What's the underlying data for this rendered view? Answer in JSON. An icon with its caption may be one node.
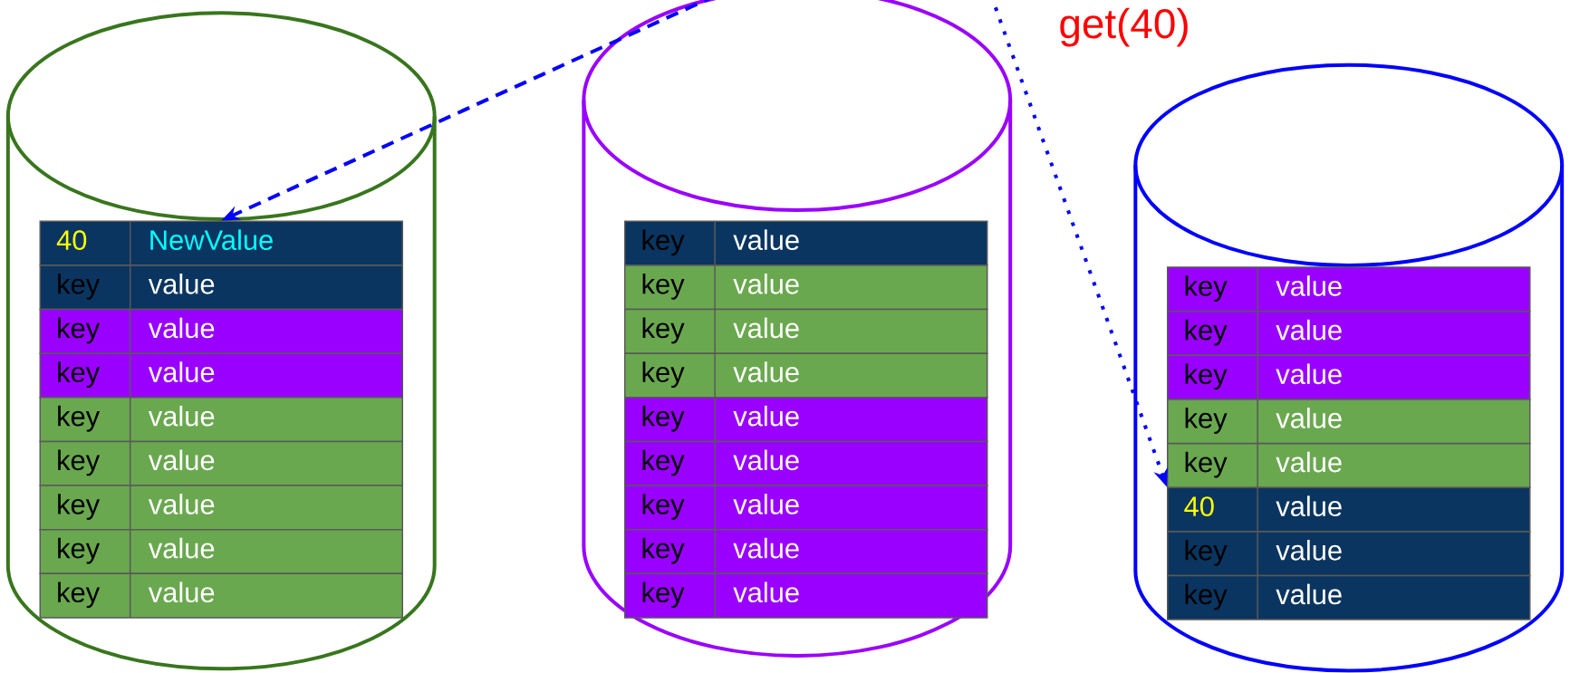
{
  "diagram": {
    "nodes": [
      {
        "text": [],
        "shape": "cylinder"
      },
      {
        "text": [
          "40",
          "NewValue"
        ],
        "in": 0
      },
      {
        "text": [
          "key",
          "value"
        ],
        "in": 0
      },
      {
        "text": [
          "key",
          "value"
        ],
        "in": 0
      },
      {
        "text": [
          "key",
          "value"
        ],
        "in": 0
      },
      {
        "text": [
          "key",
          "value"
        ],
        "in": 0
      },
      {
        "text": [
          "key",
          "value"
        ],
        "in": 0
      },
      {
        "text": [
          "key",
          "value"
        ],
        "in": 0
      },
      {
        "text": [
          "key",
          "value"
        ],
        "in": 0
      },
      {
        "text": [
          "key",
          "value"
        ],
        "in": 0
      },
      {
        "text": [],
        "shape": "cylinder"
      },
      {
        "text": [
          "key",
          "value"
        ],
        "in": 10
      },
      {
        "text": [
          "key",
          "value"
        ],
        "in": 10
      },
      {
        "text": [
          "key",
          "value"
        ],
        "in": 10
      },
      {
        "text": [
          "key",
          "value"
        ],
        "in": 10
      },
      {
        "text": [
          "key",
          "value"
        ],
        "in": 10
      },
      {
        "text": [
          "key",
          "value"
        ],
        "in": 10
      },
      {
        "text": [
          "key",
          "value"
        ],
        "in": 10
      },
      {
        "text": [
          "key",
          "value"
        ],
        "in": 10
      },
      {
        "text": [
          "key",
          "value"
        ],
        "in": 10
      },
      {
        "text": [],
        "shape": "cylinder"
      },
      {
        "text": [
          "key",
          "value"
        ],
        "in": 20
      },
      {
        "text": [
          "key",
          "value"
        ],
        "in": 20
      },
      {
        "text": [
          "key",
          "value"
        ],
        "in": 20
      },
      {
        "text": [
          "key",
          "value"
        ],
        "in": 20
      },
      {
        "text": [
          "key",
          "value"
        ],
        "in": 20
      },
      {
        "text": [
          "40",
          "value"
        ],
        "in": 20
      },
      {
        "text": [
          "key",
          "value"
        ],
        "in": 20
      },
      {
        "text": [
          "key",
          "value"
        ],
        "in": 20
      }
    ],
    "edges": [
      {
        "from": 10,
        "to": 1,
        "arrow": "to",
        "style": "dashed",
        "color": "#0000ff"
      },
      {
        "from": 10,
        "to": 26,
        "arrow": "to",
        "style": "dashed",
        "color": "#0000ff"
      }
    ],
    "labels": [
      "get(40)"
    ]
  }
}
